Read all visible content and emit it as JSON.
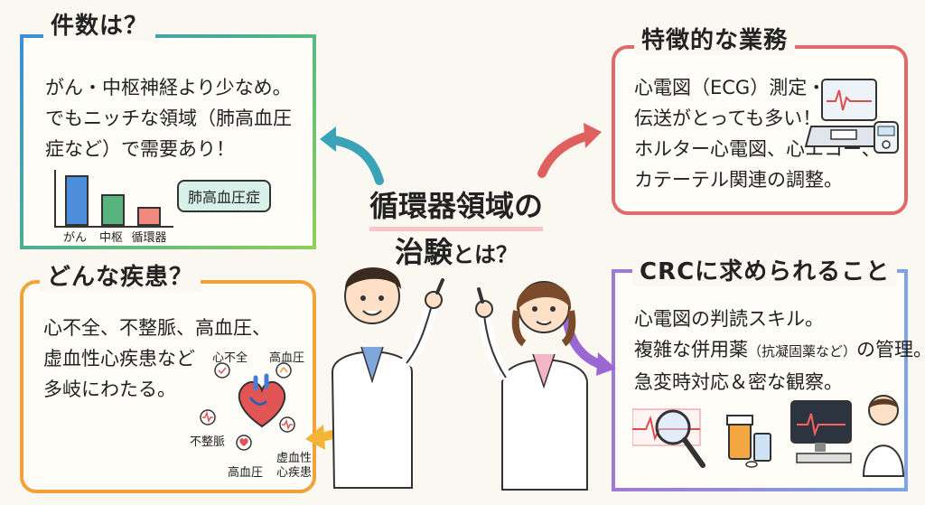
{
  "center": {
    "line1": "循環器領域の",
    "line2_main": "治験",
    "line2_small": "とは？"
  },
  "count_panel": {
    "title": "件数は？",
    "lines": [
      "がん・中枢神経より少なめ。",
      "でもニッチな領域（肺高血圧",
      "症など）で需要あり！"
    ],
    "callout": "肺高血圧症",
    "bars": [
      {
        "label": "がん",
        "value": 3,
        "color": "#4e8fdc"
      },
      {
        "label": "中枢",
        "value": 1.9,
        "color": "#58b37c"
      },
      {
        "label": "循環器",
        "value": 1.1,
        "color": "#f08a7e"
      }
    ]
  },
  "duties_panel": {
    "title": "特徴的な業務",
    "lines": [
      "心電図（ECG）測定・",
      "伝送がとっても多い！",
      "ホルター心電図、心エコー、",
      "カテーテル関連の調整。"
    ]
  },
  "disease_panel": {
    "title": "どんな疾患？",
    "lines": [
      "心不全、不整脈、高血圧、",
      "虚血性心疾患など",
      "多岐にわたる。"
    ],
    "labels": {
      "heart_failure": "心不全",
      "hypertension_top": "高血圧",
      "arrhythmia": "不整脈",
      "hypertension_bottom": "高血圧",
      "ischemic_1": "虚血性",
      "ischemic_2": "心疾患"
    }
  },
  "crc_panel": {
    "title": "CRCに求められること",
    "lines": [
      "心電図の判読スキル。",
      "複雑な併用薬",
      "（抗凝固薬など）",
      "の管理。",
      "急変時対応＆密な観察。"
    ]
  },
  "colors": {
    "count": "#4fb38a",
    "duties": "#e06a6a",
    "disease": "#f2a23a",
    "crc": "#a079d6"
  },
  "icons": [
    "heart-icon",
    "ecg-machine-icon",
    "magnifier-icon",
    "medicine-bottle-icon",
    "computer-monitor-icon",
    "doctor-illustration"
  ]
}
